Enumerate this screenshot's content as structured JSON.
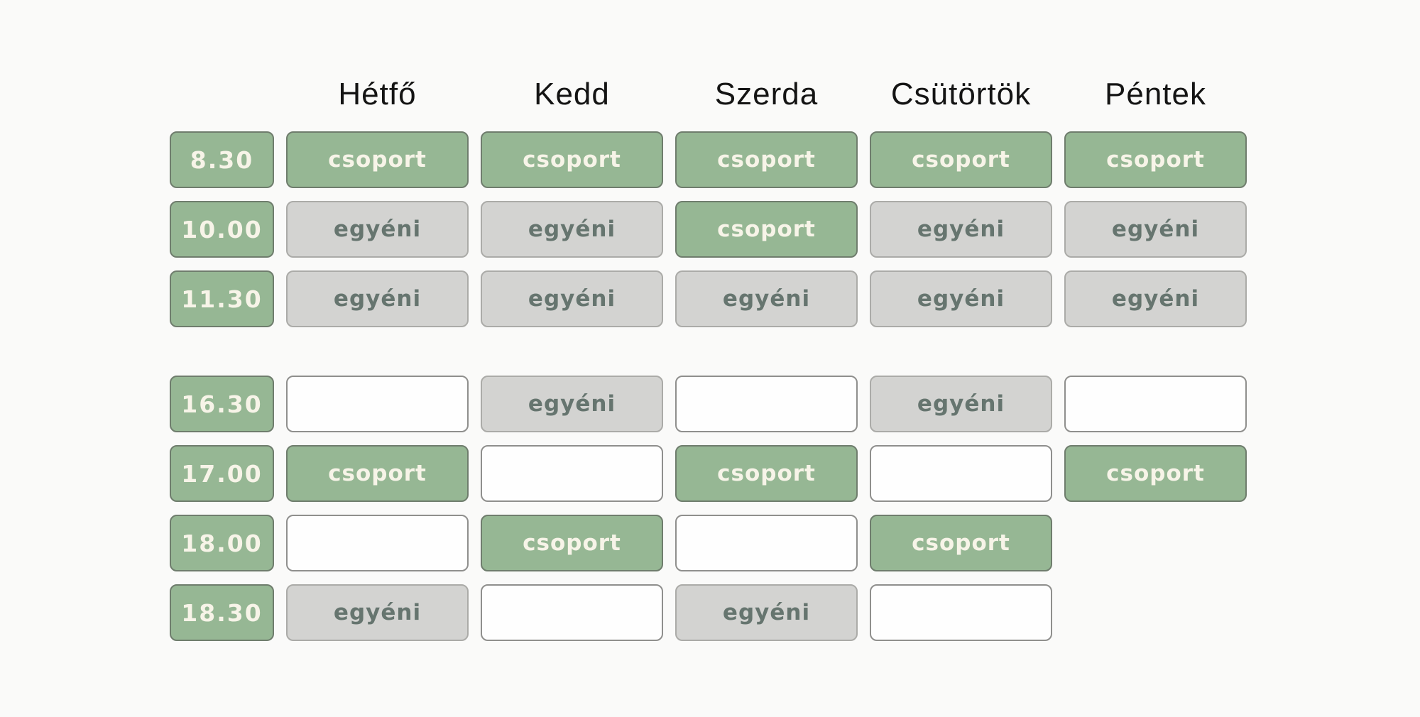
{
  "colors": {
    "page_bg": "#fafaf9",
    "header_text": "#141414",
    "green": "#96b794",
    "green_border": "#6f7d6d",
    "green_text": "#f7f4e8",
    "gray": "#d3d3d1",
    "gray_border": "#ababa8",
    "gray_text": "#66756f",
    "empty_fill": "#fefefe",
    "empty_border": "#8f8f8d"
  },
  "labels": {
    "group": "csoport",
    "individual": "egyéni"
  },
  "days": [
    "Hétfő",
    "Kedd",
    "Szerda",
    "Csütörtök",
    "Péntek"
  ],
  "rows": [
    {
      "time": "8.30",
      "gap_before": false,
      "cells": [
        "group",
        "group",
        "group",
        "group",
        "group"
      ]
    },
    {
      "time": "10.00",
      "gap_before": false,
      "cells": [
        "individual",
        "individual",
        "group",
        "individual",
        "individual"
      ]
    },
    {
      "time": "11.30",
      "gap_before": false,
      "cells": [
        "individual",
        "individual",
        "individual",
        "individual",
        "individual"
      ]
    },
    {
      "time": "16.30",
      "gap_before": true,
      "cells": [
        "empty",
        "individual",
        "empty",
        "individual",
        "empty"
      ]
    },
    {
      "time": "17.00",
      "gap_before": false,
      "cells": [
        "group",
        "empty",
        "group",
        "empty",
        "group"
      ]
    },
    {
      "time": "18.00",
      "gap_before": false,
      "cells": [
        "empty",
        "group",
        "empty",
        "group",
        "none"
      ]
    },
    {
      "time": "18.30",
      "gap_before": false,
      "cells": [
        "individual",
        "empty",
        "individual",
        "empty",
        "none"
      ]
    }
  ]
}
